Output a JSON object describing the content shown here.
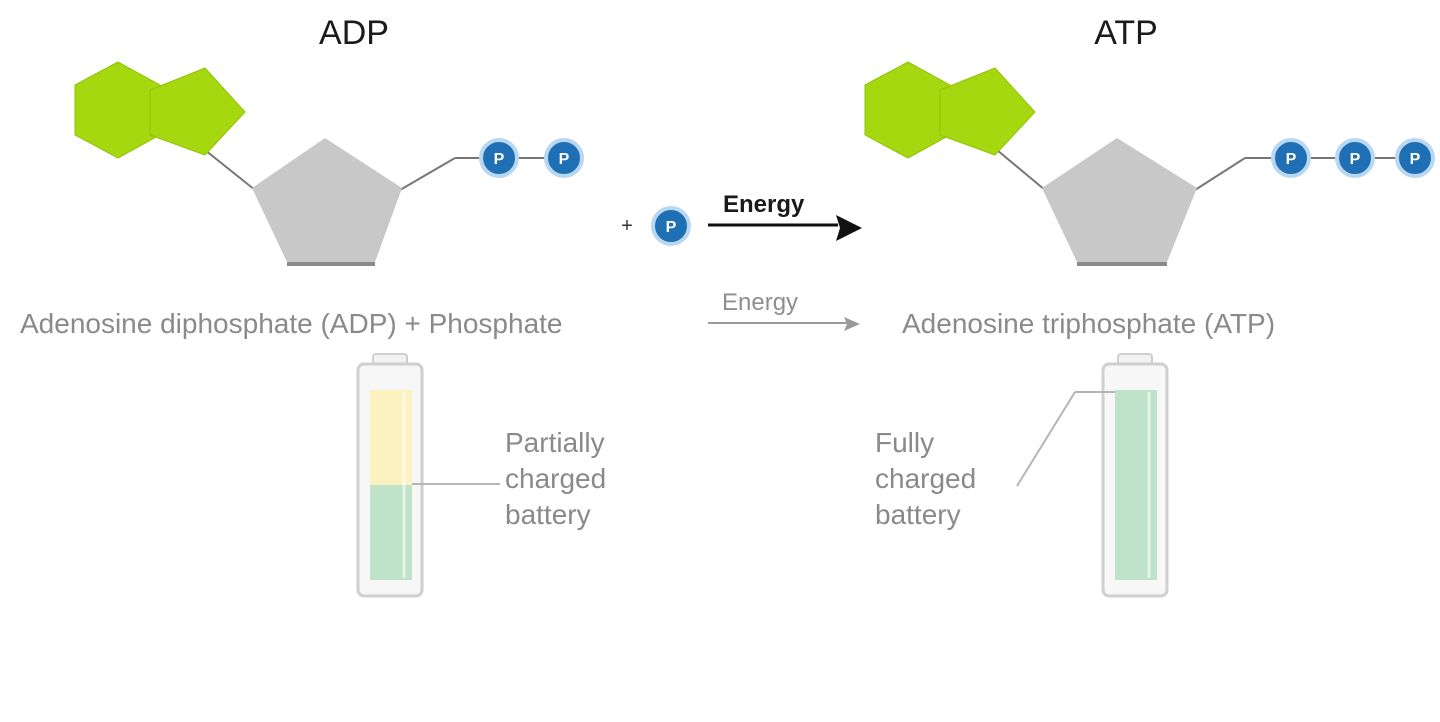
{
  "adp": {
    "title": "ADP",
    "caption": "Adenosine diphosphate (ADP) + Phosphate",
    "battery_label": [
      "Partially",
      "charged",
      "battery"
    ],
    "charge_fraction": 0.5
  },
  "atp": {
    "title": "ATP",
    "caption": "Adenosine triphosphate (ATP)",
    "battery_label": [
      "Fully",
      "charged",
      "battery"
    ],
    "charge_fraction": 1.0
  },
  "phosphate_letter": "P",
  "reaction": {
    "plus": "+",
    "energy_label_bold": "Energy",
    "energy_label_caption": "Energy"
  },
  "colors": {
    "base_green": "#a5d80e",
    "sugar_gray": "#c8c8c8",
    "phosphate_blue": "#1f6fb5",
    "battery_yellow": "#fbf2bf",
    "battery_green": "#bfe3c9"
  }
}
